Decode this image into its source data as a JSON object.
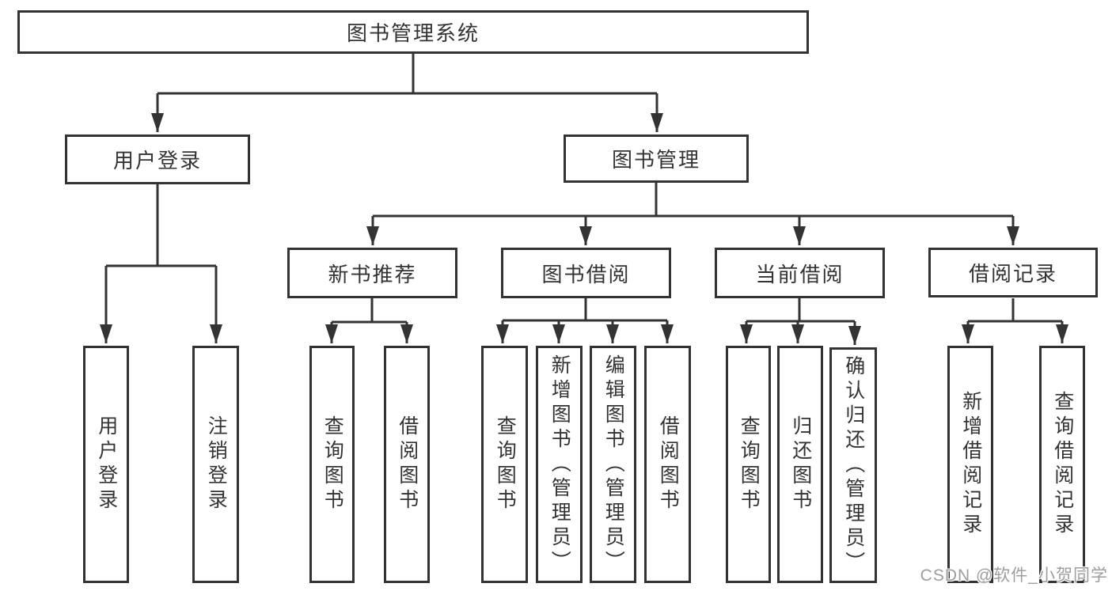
{
  "diagram": {
    "root": {
      "label": "图书管理系统"
    },
    "level2": [
      {
        "label": "用户登录"
      },
      {
        "label": "图书管理"
      }
    ],
    "level3": [
      {
        "label": "新书推荐"
      },
      {
        "label": "图书借阅"
      },
      {
        "label": "当前借阅"
      },
      {
        "label": "借阅记录"
      }
    ],
    "leaf_groups": [
      {
        "parent": "用户登录",
        "items": [
          "用户登录",
          "注销登录"
        ]
      },
      {
        "parent": "新书推荐",
        "items": [
          "查询图书",
          "借阅图书"
        ]
      },
      {
        "parent": "图书借阅",
        "items": [
          "查询图书",
          "新增图书（管理员）",
          "编辑图书（管理员）",
          "借阅图书"
        ]
      },
      {
        "parent": "当前借阅",
        "items": [
          "查询图书",
          "归还图书",
          "确认归还（管理员）"
        ]
      },
      {
        "parent": "借阅记录",
        "items": [
          "新增借阅记录",
          "查询借阅记录"
        ]
      }
    ]
  },
  "watermark": {
    "text": "CSDN @软件_小贺同学"
  },
  "colors": {
    "line": "#333333",
    "text": "#333333",
    "box_background": "#ffffff",
    "watermark": "#9d9d9d",
    "background": "#ffffff"
  }
}
